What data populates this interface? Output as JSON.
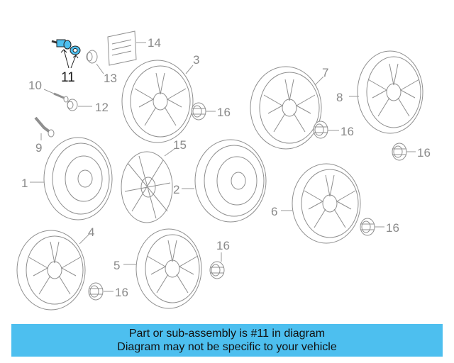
{
  "labels": {
    "l1": "1",
    "l2": "2",
    "l3": "3",
    "l4": "4",
    "l5": "5",
    "l6": "6",
    "l7": "7",
    "l8": "8",
    "l9": "9",
    "l10": "10",
    "l11": "11",
    "l12": "12",
    "l13": "13",
    "l14": "14",
    "l15": "15",
    "l16": "16"
  },
  "highlight_color": "#4dbfef",
  "banner": {
    "line1": "Part or sub-assembly is #11 in diagram",
    "line2": "Diagram may not be specific to your vehicle"
  }
}
